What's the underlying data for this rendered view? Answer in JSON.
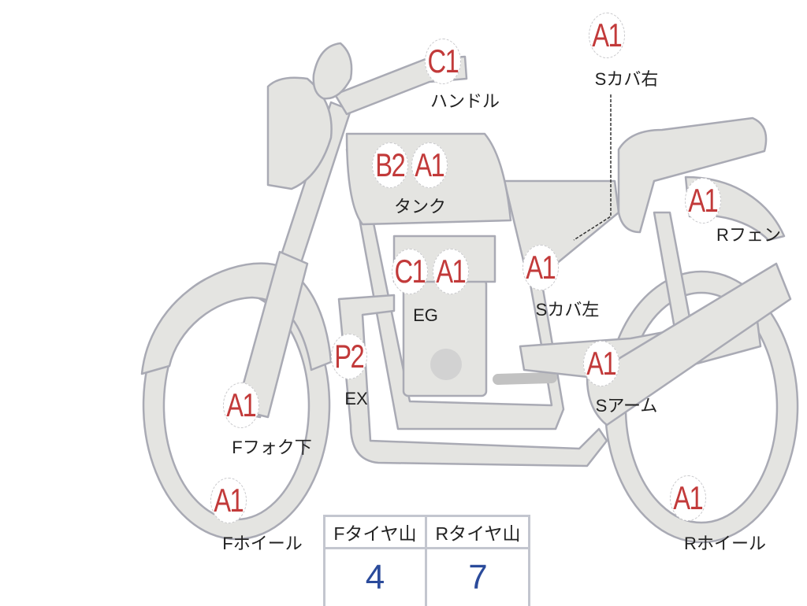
{
  "colors": {
    "body_fill": "#e4e4e1",
    "outline": "#a9aab4",
    "code": "#c23a3a",
    "value": "#2b4b9b"
  },
  "parts": [
    {
      "id": "handle",
      "codes": [
        "C1"
      ],
      "label": "ハンドル"
    },
    {
      "id": "side-cover-right",
      "codes": [
        "A1"
      ],
      "label": "Sカバ右"
    },
    {
      "id": "tank",
      "codes": [
        "B2",
        "A1"
      ],
      "label": "タンク"
    },
    {
      "id": "rear-fender",
      "codes": [
        "A1"
      ],
      "label": "Rフェン"
    },
    {
      "id": "engine",
      "codes": [
        "C1",
        "A1"
      ],
      "label": "EG"
    },
    {
      "id": "side-cover-left",
      "codes": [
        "A1"
      ],
      "label": "Sカバ左"
    },
    {
      "id": "exhaust",
      "codes": [
        "P2"
      ],
      "label": "EX"
    },
    {
      "id": "swing-arm",
      "codes": [
        "A1"
      ],
      "label": "Sアーム"
    },
    {
      "id": "front-fork-lower",
      "codes": [
        "A1"
      ],
      "label": "Fフォク下"
    },
    {
      "id": "front-wheel",
      "codes": [
        "A1"
      ],
      "label": "Fホイール"
    },
    {
      "id": "rear-wheel",
      "codes": [
        "A1"
      ],
      "label": "Rホイール"
    }
  ],
  "tire_table": {
    "headers": [
      "Fタイヤ山",
      "Rタイヤ山"
    ],
    "values": [
      "4",
      "7"
    ]
  }
}
